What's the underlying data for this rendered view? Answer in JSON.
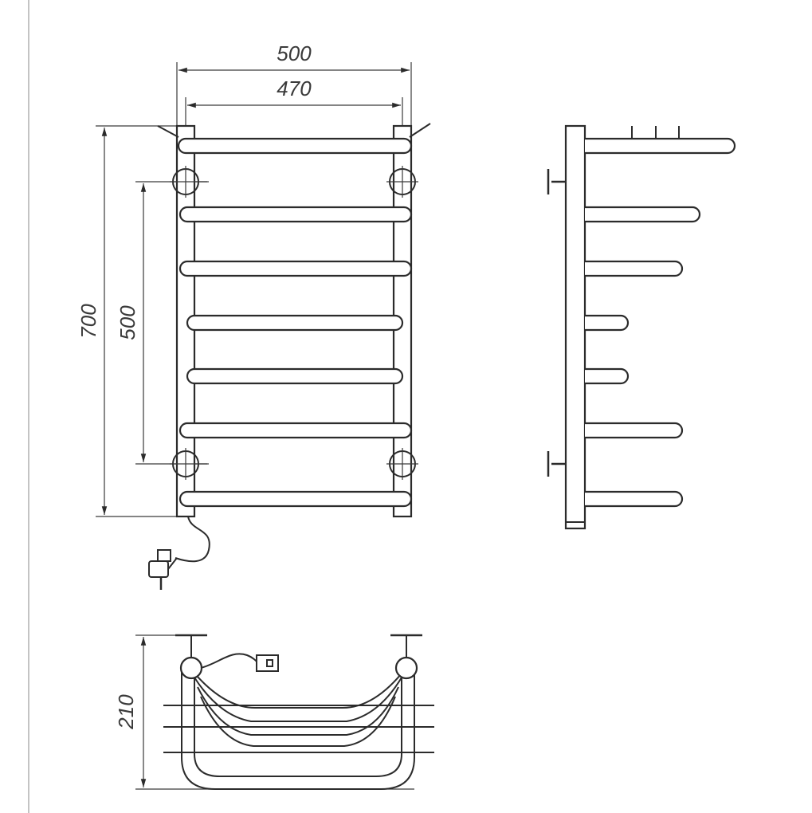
{
  "front_view": {
    "width_outer": "500",
    "width_inner": "470",
    "height_total": "700",
    "height_mount": "500"
  },
  "bottom_view": {
    "depth": "210"
  },
  "colors": {
    "line": "#2b2b2b",
    "dimension": "#3a3a3a",
    "background": "#ffffff"
  }
}
